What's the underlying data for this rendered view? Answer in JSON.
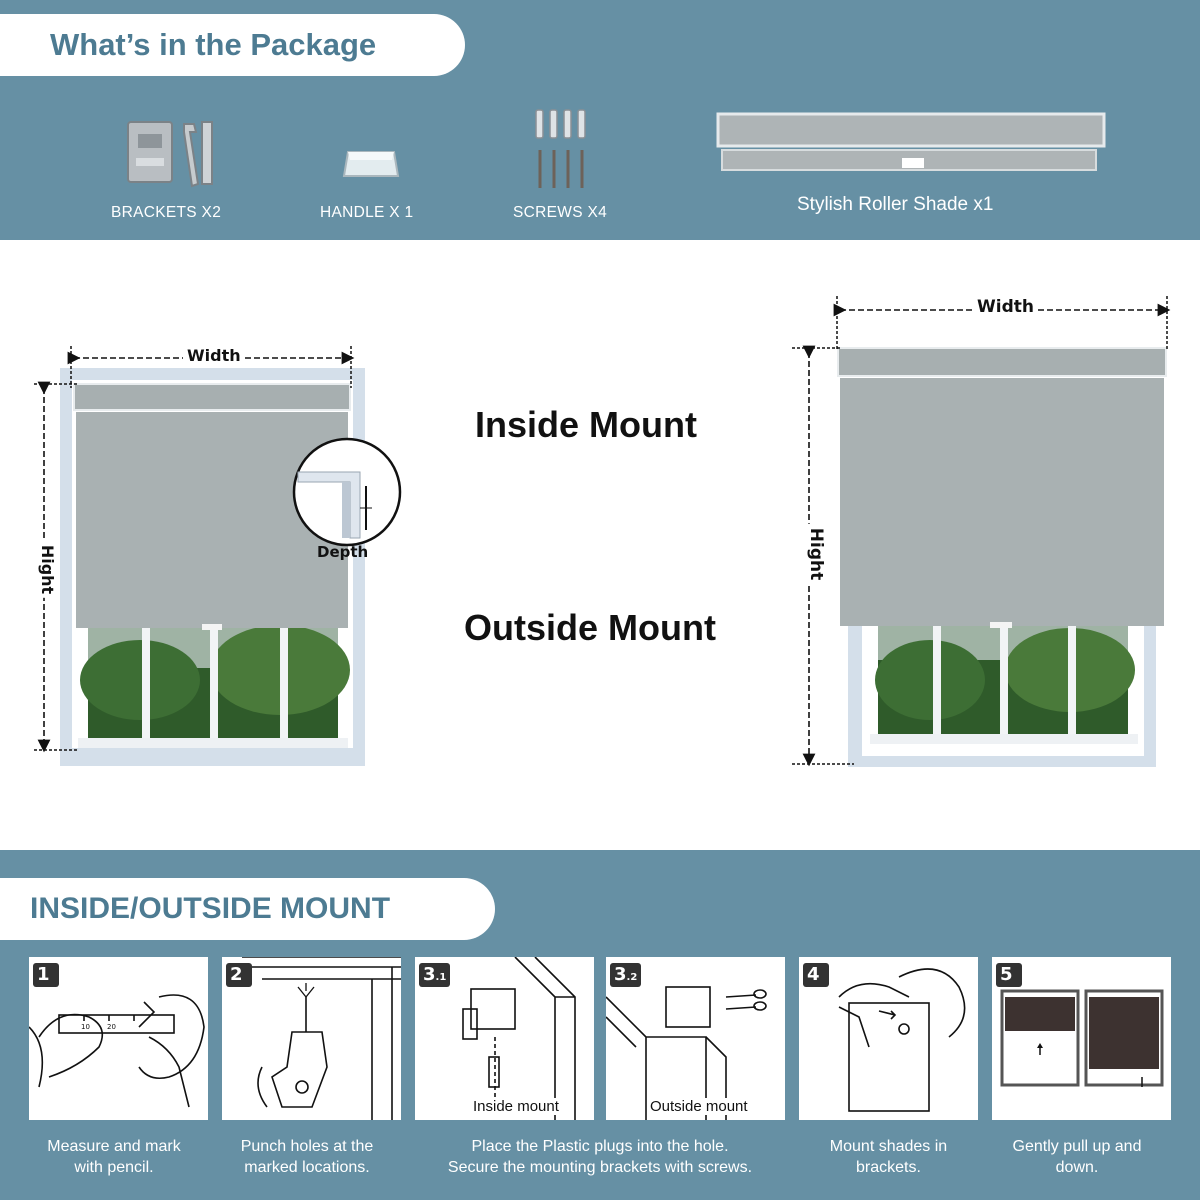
{
  "package": {
    "title": "What’s in the Package",
    "items": [
      {
        "label": "BRACKETS X2",
        "icon": "bracket-icon"
      },
      {
        "label": "HANDLE X 1",
        "icon": "handle-icon"
      },
      {
        "label": "SCREWS X4",
        "icon": "screw-icon"
      },
      {
        "label": "Stylish Roller Shade x1",
        "icon": "roller-shade-icon"
      }
    ]
  },
  "mounts": {
    "inside_title": "Inside Mount",
    "outside_title": "Outside Mount",
    "left_diagram": {
      "width_label": "Width",
      "height_label": "Hight",
      "depth_label": "Depth"
    },
    "right_diagram": {
      "width_label": "Width",
      "height_label": "Hight"
    }
  },
  "installation": {
    "title": "INSIDE/OUTSIDE MOUNT",
    "steps": [
      {
        "number": "1",
        "caption_line1": "Measure and mark",
        "caption_line2": "with pencil."
      },
      {
        "number": "2",
        "caption_line1": "Punch holes at the",
        "caption_line2": "marked locations."
      },
      {
        "number": "3",
        "sub": ".1",
        "card_text": "Inside mount"
      },
      {
        "number": "3",
        "sub": ".2",
        "card_text": "Outside mount"
      },
      {
        "number": "4",
        "caption_line1": "Mount shades in",
        "caption_line2": "brackets."
      },
      {
        "number": "5",
        "caption_line1": "Gently pull up and",
        "caption_line2": "down."
      }
    ],
    "step3_caption_line1": "Place the Plastic plugs into the hole.",
    "step3_caption_line2": "Secure the mounting brackets with screws."
  },
  "colors": {
    "band": "#6690a4",
    "title": "#4d7b92",
    "shade": "#a9b0b1",
    "frame": "#c9d6e4"
  }
}
